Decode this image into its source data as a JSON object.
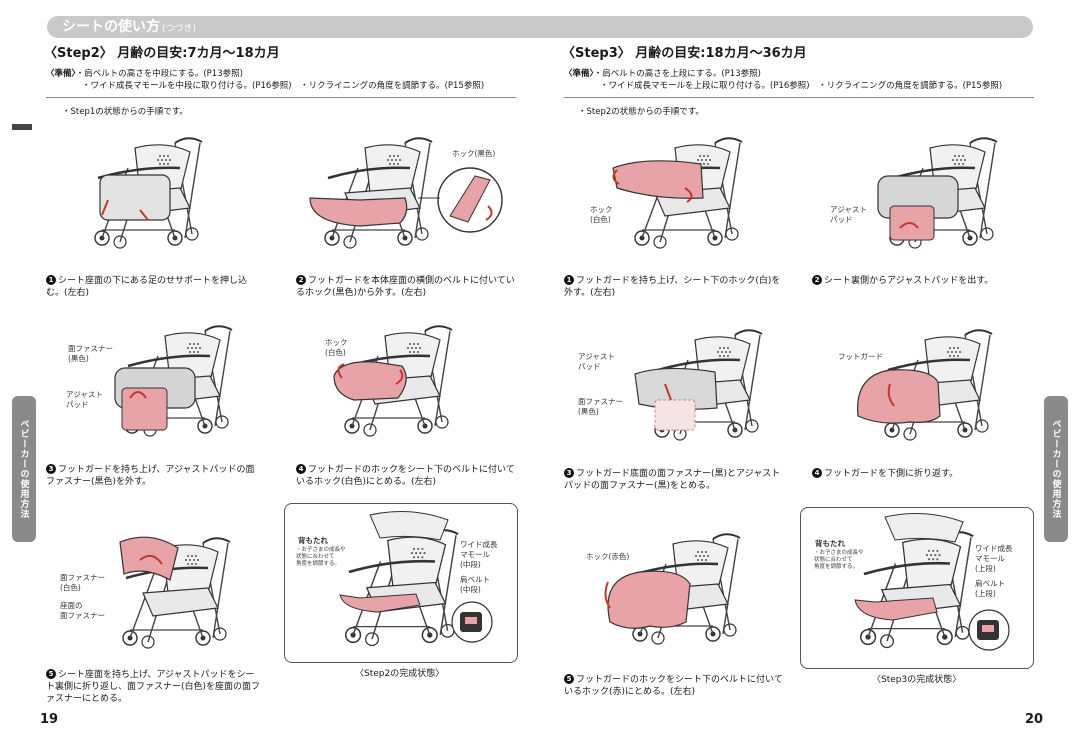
{
  "banner": {
    "title": "シートの使い方",
    "subtitle": "(つづき)"
  },
  "colors": {
    "accent_pink": "#e8a3a8",
    "banner_gray": "#c9c9c9",
    "tab_gray": "#8a8a8a"
  },
  "left": {
    "step_title_prefix": "〈Step2〉",
    "step_title": "月齢の目安:7カ月〜18カ月",
    "prep_label": "〈準備〉",
    "prep_line1": "・肩ベルトの高さを中段にする。(P13参照)",
    "prep_line2": "・ワイド成長マモールを中段に取り付ける。(P16参照)　・リクライニングの角度を調節する。(P15参照)",
    "note": "・Step1の状態からの手順です。",
    "fig2_label_hook": "ホック(黒色)",
    "fig3_label_face": "面ファスナー\n(黒色)",
    "fig3_label_adjust": "アジャスト\nパッド",
    "fig4_label_hook": "ホック\n(白色)",
    "fig5_label_face_white": "面ファスナー\n(白色)",
    "fig5_label_seat_face": "座面の\n面ファスナー",
    "box_label_back": "背もたれ",
    "box_label_back_note": "・お子さまの成長や\n状態に合わせて\n角度を調節する。",
    "box_label_wide": "ワイド成長\nマモール\n(中段)",
    "box_label_shoulder": "肩ベルト\n(中段)",
    "caption1_num": "1",
    "caption1": "シート座面の下にある足のせサポートを押し込む。(左右)",
    "caption2_num": "2",
    "caption2": "フットガードを本体座面の横側のベルトに付いているホック(黒色)から外す。(左右)",
    "caption3_num": "3",
    "caption3": "フットガードを持ち上げ、アジャストパッドの面ファスナー(黒色)を外す。",
    "caption4_num": "4",
    "caption4": "フットガードのホックをシート下のベルトに付いているホック(白色)にとめる。(左右)",
    "caption5_num": "5",
    "caption5": "シート座面を持ち上げ、アジャストパッドをシート裏側に折り返し、面ファスナー(白色)を座面の面ファスナーにとめる。",
    "complete_caption": "〈Step2の完成状態〉",
    "page_number": "19",
    "side_tab": "ベビーカーの使用方法"
  },
  "right": {
    "step_title_prefix": "〈Step3〉",
    "step_title": "月齢の目安:18カ月〜36カ月",
    "prep_label": "〈準備〉",
    "prep_line1": "・肩ベルトの高さを上段にする。(P13参照)",
    "prep_line2": "・ワイド成長マモールを上段に取り付ける。(P16参照)　・リクライニングの角度を調節する。(P15参照)",
    "note": "・Step2の状態からの手順です。",
    "fig1_label_hook": "ホック\n(白色)",
    "fig2_label_adjust": "アジャスト\nパッド",
    "fig3_label_adjust": "アジャスト\nパッド",
    "fig3_label_face": "面ファスナー\n(黒色)",
    "fig4_label_footguard": "フットガード",
    "fig5_label_hook": "ホック(赤色)",
    "box_label_back": "背もたれ",
    "box_label_back_note": "・お子さまの成長や\n状態に合わせて\n角度を調節する。",
    "box_label_wide": "ワイド成長\nマモール\n(上段)",
    "box_label_shoulder": "肩ベルト\n(上段)",
    "caption1_num": "1",
    "caption1": "フットガードを持ち上げ、シート下のホック(白)を外す。(左右)",
    "caption2_num": "2",
    "caption2": "シート裏側からアジャストパッドを出す。",
    "caption3_num": "3",
    "caption3": "フットガード底面の面ファスナー(黒)とアジャストパッドの面ファスナー(黒)をとめる。",
    "caption4_num": "4",
    "caption4": "フットガードを下側に折り返す。",
    "caption5_num": "5",
    "caption5": "フットガードのホックをシート下のベルトに付いているホック(赤)にとめる。(左右)",
    "complete_caption": "〈Step3の完成状態〉",
    "page_number": "20",
    "side_tab": "ベビーカーの使用方法"
  }
}
